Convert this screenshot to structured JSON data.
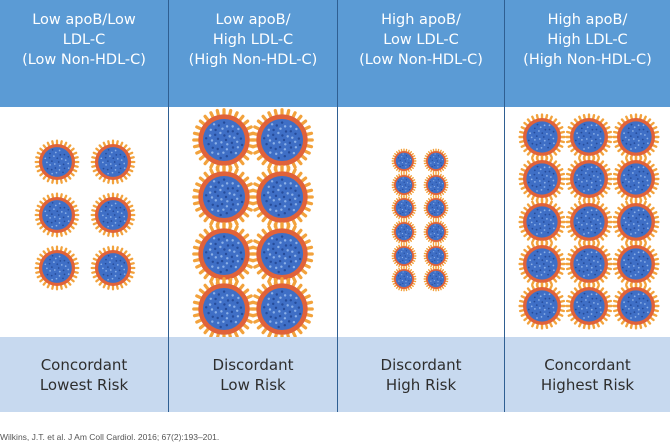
{
  "columns": [
    {
      "header": [
        "Low apoB/Low",
        "LDL-C",
        "(Low Non-HDL-C)"
      ],
      "footer": [
        "Concordant",
        "Lowest Risk"
      ],
      "particle_size": "medium",
      "grid": {
        "cols": 2,
        "rows": 3
      }
    },
    {
      "header": [
        "Low apoB/",
        "High LDL-C",
        "(High Non-HDL-C)"
      ],
      "footer": [
        "Discordant",
        "Low Risk"
      ],
      "particle_size": "large",
      "grid": {
        "cols": 2,
        "rows": 4
      }
    },
    {
      "header": [
        "High apoB/",
        "Low LDL-C",
        "(Low Non-HDL-C)"
      ],
      "footer": [
        "Discordant",
        "High Risk"
      ],
      "particle_size": "small",
      "grid": {
        "cols": 2,
        "rows": 6
      }
    },
    {
      "header": [
        "High apoB/",
        "High LDL-C",
        "(High Non-HDL-C)"
      ],
      "footer": [
        "Concordant",
        "Highest Risk"
      ],
      "particle_size": "medium",
      "grid": {
        "cols": 3,
        "rows": 5
      }
    }
  ],
  "citation": "Wilkins, J.T. et al. J Am Coll Cardiol. 2016; 67(2):193–201.",
  "colors": {
    "header_bg": "#5b9bd5",
    "footer_bg": "#c7d9ef",
    "particle_core": "#3f6fc6",
    "particle_ring": "#e0623a",
    "particle_spikes": "#f2a23c"
  }
}
